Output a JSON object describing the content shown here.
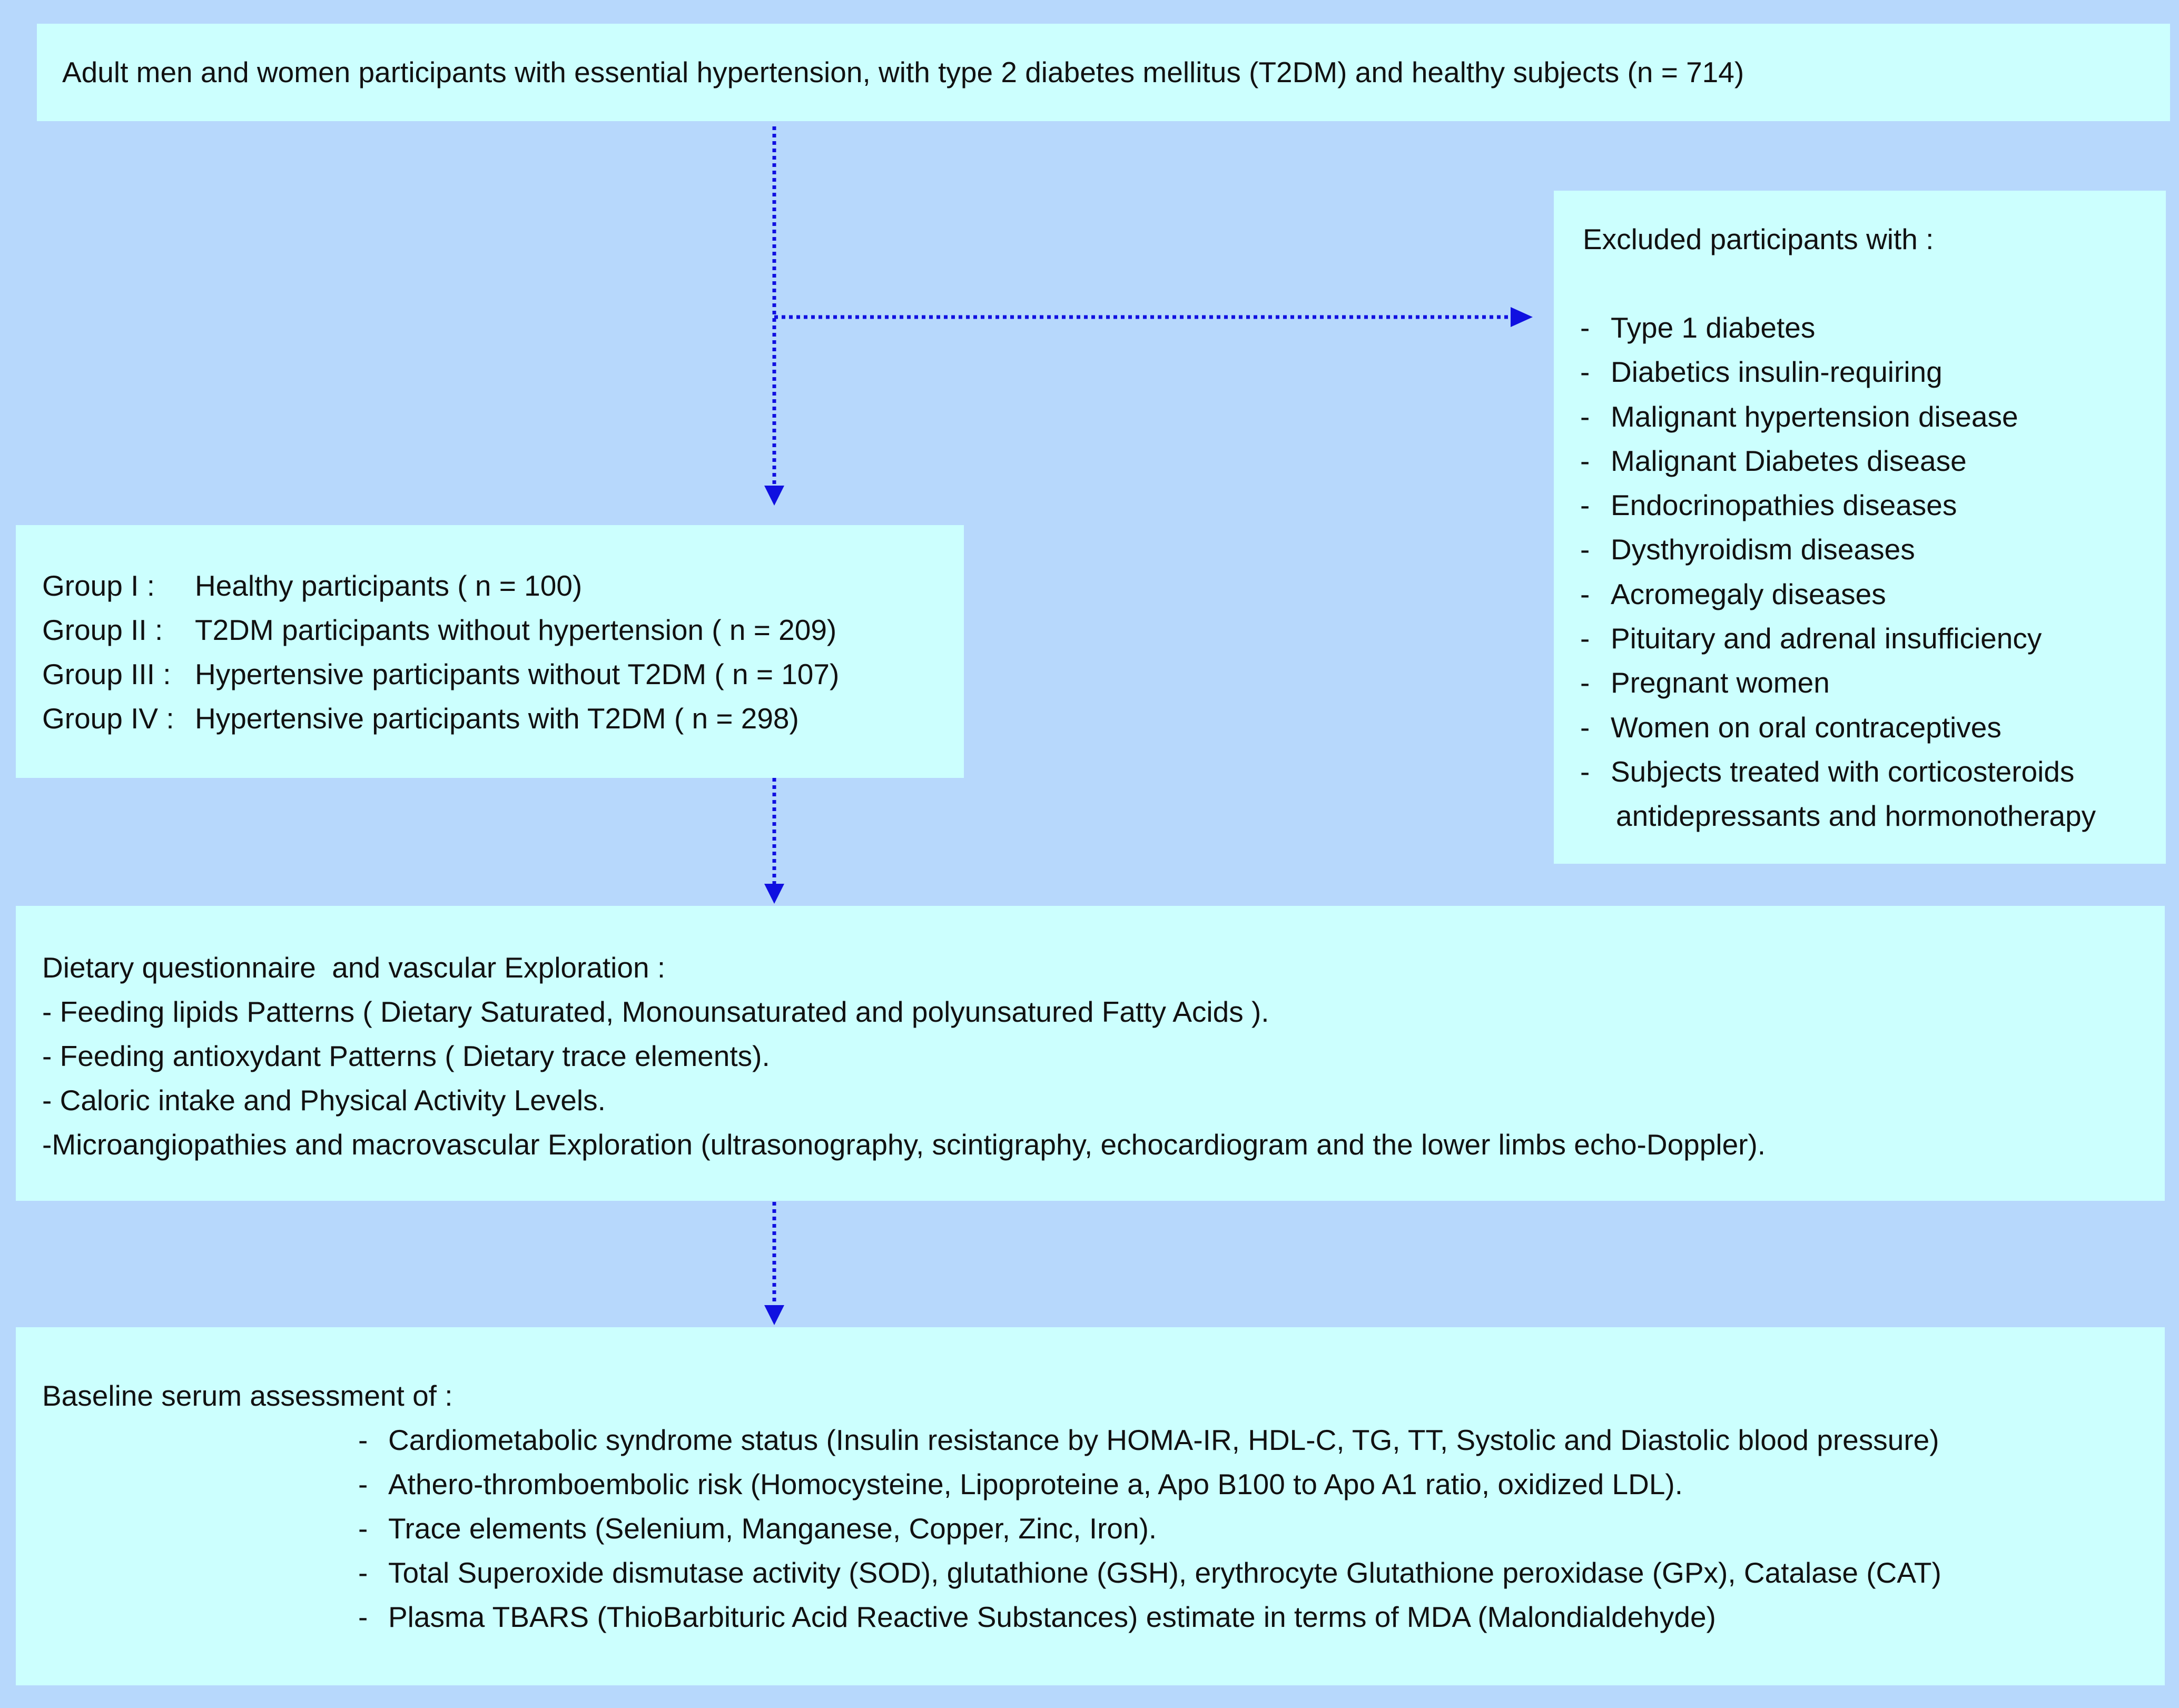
{
  "flowchart": {
    "top_box": {
      "text": "Adult men and women participants with essential hypertension, with type 2 diabetes mellitus (T2DM) and healthy subjects (n = 714)"
    },
    "excluded_box": {
      "title": "Excluded participants with :",
      "dash": "-",
      "items": [
        "Type 1 diabetes",
        "Diabetics insulin-requiring",
        "Malignant hypertension disease",
        "Malignant Diabetes disease",
        "Endocrinopathies diseases",
        "Dysthyroidism diseases",
        "Acromegaly diseases",
        "Pituitary and adrenal insufficiency",
        "Pregnant women",
        "Women on oral contraceptives",
        "Subjects treated with corticosteroids",
        "antidepressants and hormonotherapy"
      ]
    },
    "groups_box": {
      "groups": [
        {
          "label": "Group I :",
          "description": "Healthy participants ( n = 100)"
        },
        {
          "label": "Group II :",
          "description": "T2DM participants without hypertension ( n = 209)"
        },
        {
          "label": "Group III :",
          "description": "Hypertensive participants without T2DM ( n = 107)"
        },
        {
          "label": "Group IV :",
          "description": "Hypertensive participants with T2DM ( n = 298)"
        }
      ]
    },
    "dietary_box": {
      "title": "Dietary questionnaire  and vascular Exploration :",
      "items": [
        "- Feeding lipids Patterns ( Dietary Saturated, Monounsaturated and polyunsatured Fatty Acids ).",
        "- Feeding antioxydant Patterns ( Dietary trace elements).",
        "- Caloric intake and Physical Activity Levels.",
        "-Microangiopathies and macrovascular Exploration (ultrasonography, scintigraphy, echocardiogram and the lower limbs echo-Doppler)."
      ]
    },
    "baseline_box": {
      "title": "Baseline serum assessment of :",
      "dash": "-",
      "items": [
        "Cardiometabolic syndrome status (Insulin resistance by HOMA-IR, HDL-C, TG, TT, Systolic and Diastolic blood pressure)",
        "Athero-thromboembolic risk (Homocysteine, Lipoproteine a, Apo B100 to Apo A1 ratio, oxidized LDL).",
        "Trace elements (Selenium, Manganese, Copper, Zinc, Iron).",
        "Total Superoxide dismutase activity (SOD), glutathione (GSH), erythrocyte Glutathione peroxidase (GPx), Catalase (CAT)",
        "Plasma TBARS (ThioBarbituric Acid Reactive Substances) estimate in terms of MDA (Malondialdehyde)"
      ]
    },
    "colors": {
      "background": "#b7d8fc",
      "box_fill": "#ccfffe",
      "arrow": "#1010e0"
    }
  }
}
